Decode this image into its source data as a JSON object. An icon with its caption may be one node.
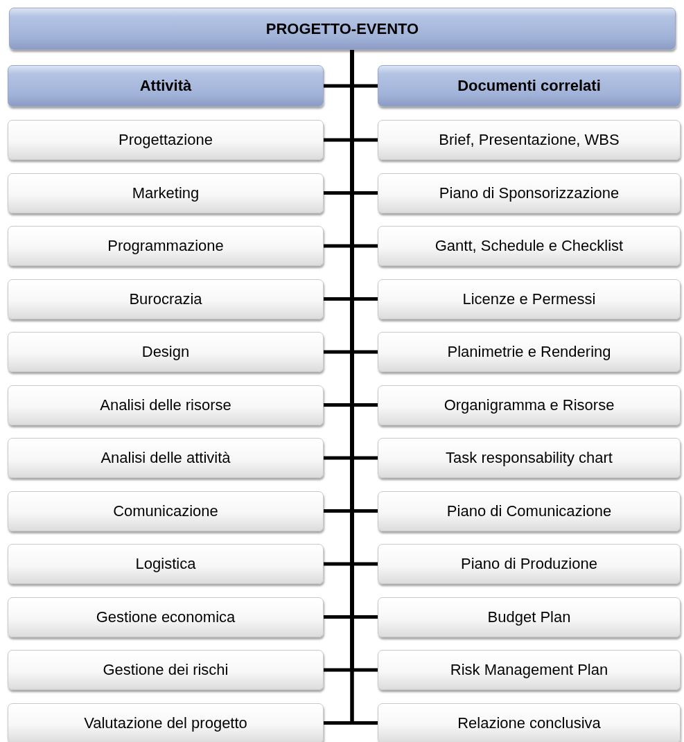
{
  "diagram": {
    "nodes": [
      {
        "text": [
          "PROGETTO-EVENTO"
        ]
      },
      {
        "text": [
          "Attività"
        ]
      },
      {
        "text": [
          "Documenti correlati"
        ]
      },
      {
        "text": [
          "Progettazione"
        ]
      },
      {
        "text": [
          "Brief, Presentazione, WBS"
        ]
      },
      {
        "text": [
          "Marketing"
        ]
      },
      {
        "text": [
          "Piano di Sponsorizzazione"
        ]
      },
      {
        "text": [
          "Programmazione"
        ]
      },
      {
        "text": [
          "Gantt, Schedule e Checklist"
        ]
      },
      {
        "text": [
          "Burocrazia"
        ]
      },
      {
        "text": [
          "Licenze e Permessi"
        ]
      },
      {
        "text": [
          "Design"
        ]
      },
      {
        "text": [
          "Planimetrie e Rendering"
        ]
      },
      {
        "text": [
          "Analisi delle risorse"
        ]
      },
      {
        "text": [
          "Organigramma e Risorse"
        ]
      },
      {
        "text": [
          "Analisi delle attività"
        ]
      },
      {
        "text": [
          "Task responsability chart"
        ]
      },
      {
        "text": [
          "Comunicazione"
        ]
      },
      {
        "text": [
          "Piano di Comunicazione"
        ]
      },
      {
        "text": [
          "Logistica"
        ]
      },
      {
        "text": [
          "Piano di Produzione"
        ]
      },
      {
        "text": [
          "Gestione economica"
        ]
      },
      {
        "text": [
          "Budget Plan"
        ]
      },
      {
        "text": [
          "Gestione dei rischi"
        ]
      },
      {
        "text": [
          "Risk Management Plan"
        ]
      },
      {
        "text": [
          "Valutazione del progetto"
        ]
      },
      {
        "text": [
          "Relazione conclusiva"
        ]
      }
    ],
    "edges": [
      {
        "from": 0,
        "to": 1,
        "arrow": "none"
      },
      {
        "from": 0,
        "to": 2,
        "arrow": "none"
      },
      {
        "from": 0,
        "to": 3,
        "arrow": "none"
      },
      {
        "from": 0,
        "to": 4,
        "arrow": "none"
      },
      {
        "from": 0,
        "to": 5,
        "arrow": "none"
      },
      {
        "from": 0,
        "to": 6,
        "arrow": "none"
      },
      {
        "from": 0,
        "to": 7,
        "arrow": "none"
      },
      {
        "from": 0,
        "to": 8,
        "arrow": "none"
      },
      {
        "from": 0,
        "to": 9,
        "arrow": "none"
      },
      {
        "from": 0,
        "to": 10,
        "arrow": "none"
      },
      {
        "from": 0,
        "to": 11,
        "arrow": "none"
      },
      {
        "from": 0,
        "to": 12,
        "arrow": "none"
      },
      {
        "from": 0,
        "to": 13,
        "arrow": "none"
      },
      {
        "from": 0,
        "to": 14,
        "arrow": "none"
      },
      {
        "from": 0,
        "to": 15,
        "arrow": "none"
      },
      {
        "from": 0,
        "to": 16,
        "arrow": "none"
      },
      {
        "from": 0,
        "to": 17,
        "arrow": "none"
      },
      {
        "from": 0,
        "to": 18,
        "arrow": "none"
      },
      {
        "from": 0,
        "to": 19,
        "arrow": "none"
      },
      {
        "from": 0,
        "to": 20,
        "arrow": "none"
      },
      {
        "from": 0,
        "to": 21,
        "arrow": "none"
      },
      {
        "from": 0,
        "to": 22,
        "arrow": "none"
      },
      {
        "from": 0,
        "to": 23,
        "arrow": "none"
      },
      {
        "from": 0,
        "to": 24,
        "arrow": "none"
      },
      {
        "from": 0,
        "to": 25,
        "arrow": "none"
      },
      {
        "from": 0,
        "to": 26,
        "arrow": "none"
      }
    ]
  }
}
